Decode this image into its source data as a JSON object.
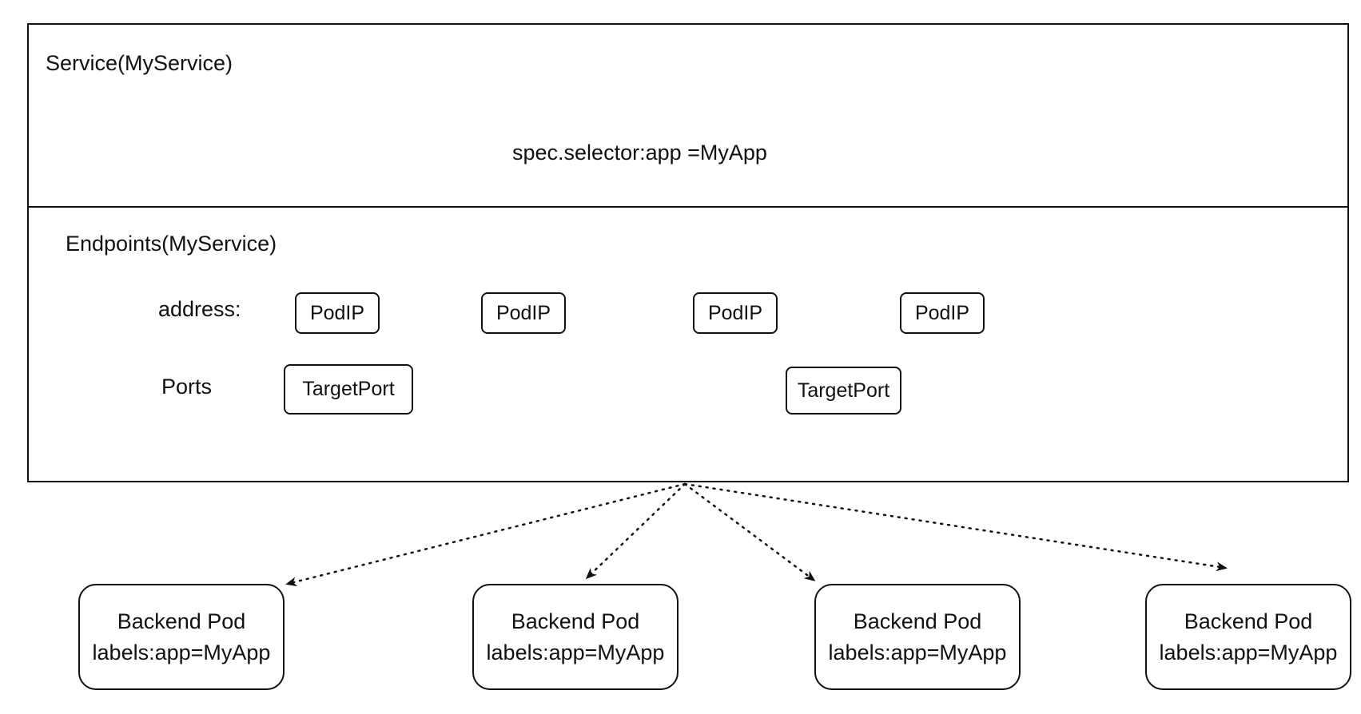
{
  "service": {
    "title": "Service(MyService)",
    "selector": "spec.selector:app =MyApp"
  },
  "endpoints": {
    "title": "Endpoints(MyService)",
    "address_label": "address:",
    "ports_label": "Ports",
    "pod_ips": [
      "PodIP",
      "PodIP",
      "PodIP",
      "PodIP"
    ],
    "target_ports": [
      "TargetPort",
      "TargetPort"
    ]
  },
  "backend_pods": [
    {
      "name": "Backend Pod",
      "labels": "labels:app=MyApp"
    },
    {
      "name": "Backend Pod",
      "labels": "labels:app=MyApp"
    },
    {
      "name": "Backend Pod",
      "labels": "labels:app=MyApp"
    },
    {
      "name": "Backend Pod",
      "labels": "labels:app=MyApp"
    }
  ],
  "colors": {
    "stroke": "#111111",
    "background": "#ffffff"
  }
}
